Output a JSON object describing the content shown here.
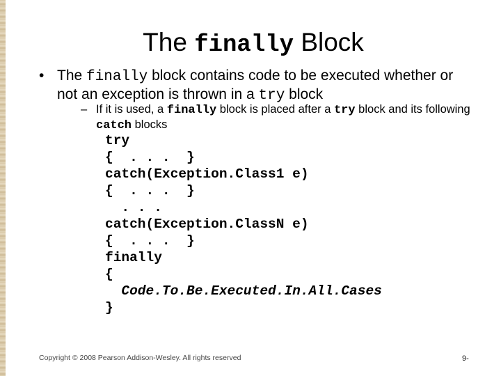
{
  "title": {
    "before": "The",
    "code": "finally",
    "after": "Block"
  },
  "bullet": {
    "marker": "•",
    "t1": "The ",
    "c1": "finally",
    "t2": " block contains code to be executed whether or not an exception is thrown in a ",
    "c2": "try",
    "t3": " block"
  },
  "sub_bullet": {
    "marker": "–",
    "t1": "If it is used, a ",
    "c1": "finally",
    "t2": " block is placed after a ",
    "c2": "try",
    "t3": " block and its following ",
    "c3": "catch",
    "t4": " blocks"
  },
  "code_lines": [
    "try",
    "{  . . .  }",
    "catch(Exception.Class1 e)",
    "{  . . .  }",
    "  . . .",
    "catch(Exception.ClassN e)",
    "{  . . .  }",
    "finally",
    "{",
    "  Code.To.Be.Executed.In.All.Cases",
    "}"
  ],
  "footer": "Copyright © 2008 Pearson Addison-Wesley. All rights reserved",
  "page_number": "9-"
}
